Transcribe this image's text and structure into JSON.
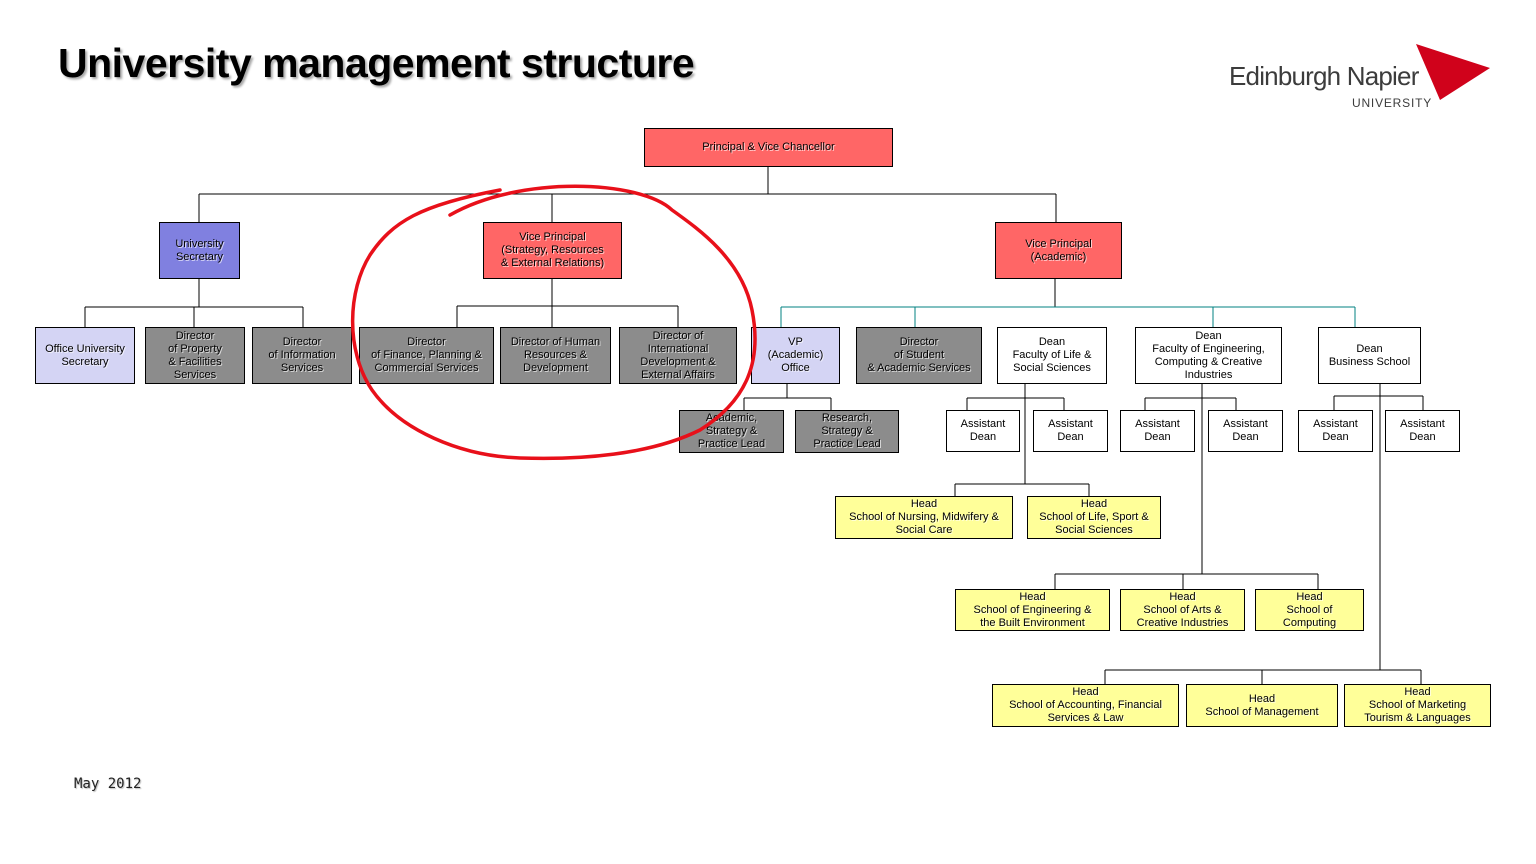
{
  "title": "University management structure",
  "logo": {
    "name": "Edinburgh Napier",
    "sub": "UNIVERSITY",
    "accent": "#d0021b"
  },
  "date": "May 2012",
  "annotation_color": "#e8101a",
  "boxes": {
    "principal": "Principal & Vice Chancellor",
    "univ_secretary": "University\nSecretary",
    "vp_strategy": "Vice Principal\n(Strategy, Resources\n& External Relations)",
    "vp_academic": "Vice Principal\n(Academic)",
    "office_secretary": "Office University\nSecretary",
    "dir_property": "Director\nof Property\n& Facilities\nServices",
    "dir_info": "Director\nof Information\nServices",
    "dir_finance": "Director\nof Finance, Planning &\nCommercial Services",
    "dir_hr": "Director of Human\nResources &\nDevelopment",
    "dir_intl": "Director of\nInternational\nDevelopment &\nExternal Affairs",
    "vp_academic_office": "VP\n(Academic)\nOffice",
    "dir_student": "Director\nof Student\n& Academic Services",
    "dean_life": "Dean\nFaculty of Life &\nSocial Sciences",
    "dean_eng": "Dean\nFaculty of Engineering,\nComputing & Creative\nIndustries",
    "dean_business": "Dean\nBusiness School",
    "academic_lead": "Academic,\nStrategy &\nPractice Lead",
    "research_lead": "Research,\nStrategy &\nPractice Lead",
    "ad1": "Assistant\nDean",
    "ad2": "Assistant\nDean",
    "ad3": "Assistant\nDean",
    "ad4": "Assistant\nDean",
    "ad5": "Assistant\nDean",
    "ad6": "Assistant\nDean",
    "head_nursing": "Head\nSchool of Nursing, Midwifery &\nSocial Care",
    "head_life_sport": "Head\nSchool of Life, Sport &\nSocial Sciences",
    "head_engineering": "Head\nSchool of Engineering &\nthe Built Environment",
    "head_arts": "Head\nSchool of Arts &\nCreative Industries",
    "head_computing": "Head\nSchool of\nComputing",
    "head_accounting": "Head\nSchool of Accounting, Financial\nServices & Law",
    "head_management": "Head\nSchool of Management",
    "head_marketing": "Head\nSchool of Marketing\nTourism & Languages"
  }
}
